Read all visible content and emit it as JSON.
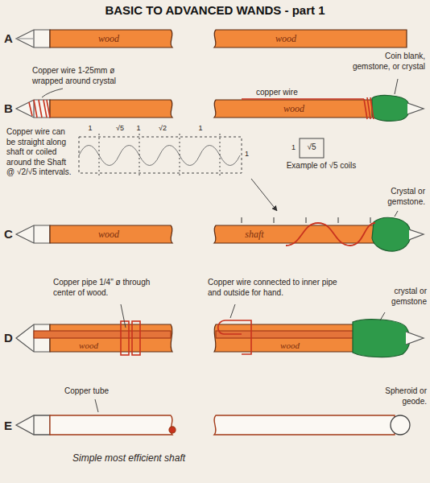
{
  "diagram": {
    "title": "BASIC TO ADVANCED WANDS - part 1",
    "nodes": [
      {
        "text": [
          "wood"
        ]
      },
      {
        "text": [
          "wood"
        ]
      },
      {
        "text": [
          "wood"
        ]
      },
      {
        "text": [
          "wood"
        ]
      },
      {
        "text": [
          "shaft"
        ]
      },
      {
        "text": [
          "wood"
        ]
      },
      {
        "text": [
          "wood"
        ]
      }
    ],
    "labels": [
      "A",
      "Copper wire 1-25mm ø wrapped around crystal",
      "copper wire",
      "B",
      "Coin blank, gemstone, or crystal",
      "Copper wire can be straight along shaft or coiled around the Shaft @ √2/√5 intervals.",
      "1",
      "√5",
      "1",
      "√2",
      "1",
      "1",
      "√5",
      "1",
      "Example of √5 coils",
      "Crystal or gemstone.",
      "C",
      "Copper pipe 1/4\" ø through center of wood.",
      "Copper wire connected to inner pipe and outside for hand.",
      "crystal or gemstone",
      "D",
      "Copper tube",
      "Spheroid or geode.",
      "E",
      "Simple most efficient shaft"
    ]
  }
}
